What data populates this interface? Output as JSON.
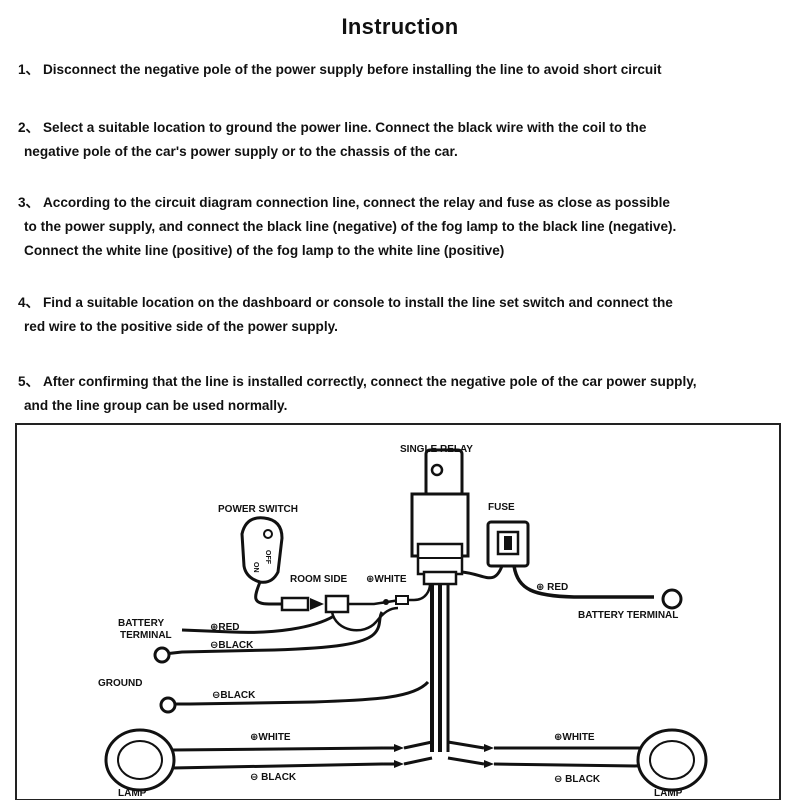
{
  "title": "Instruction",
  "steps": [
    {
      "num": "1、",
      "lines": [
        "Disconnect the negative pole of the power supply before installing the line to avoid short circuit"
      ]
    },
    {
      "num": "2、",
      "lines": [
        "Select a suitable location to ground the power line. Connect the black wire with the coil to the",
        "negative pole of the car's power supply or to the chassis of the car."
      ]
    },
    {
      "num": "3、",
      "lines": [
        "According to the circuit diagram connection line, connect the relay and fuse as close as possible",
        "to the power supply, and connect the black line (negative) of the fog lamp to the black line (negative).",
        "Connect the white line (positive) of the fog lamp to the white line (positive)"
      ]
    },
    {
      "num": "4、",
      "lines": [
        "Find a suitable location on the dashboard or console to install the line set switch and connect the",
        "red wire to the positive side of the power supply."
      ]
    },
    {
      "num": "5、",
      "lines": [
        "After confirming that the line is installed correctly, connect the negative pole of the car power supply,",
        "and the line group can be used normally."
      ]
    }
  ],
  "diagram": {
    "single_relay": "SINGLE RELAY",
    "fuse": "FUSE",
    "power_switch": "POWER SWITCH",
    "switch_on": "ON",
    "switch_off": "OFF",
    "room_side": "ROOM SIDE",
    "white_top": "⊕WHITE",
    "red_right": "⊕ RED",
    "battery_terminal_right": "BATTERY TERMINAL",
    "battery_terminal_left_1": "BATTERY",
    "battery_terminal_left_2": "TERMINAL",
    "red_left": "⊕RED",
    "black_left": "⊖BLACK",
    "ground": "GROUND",
    "black_ground": "⊖BLACK",
    "white_lamp_left": "⊕WHITE",
    "white_lamp_right": "⊕WHITE",
    "black_lamp_left": "⊖ BLACK",
    "black_lamp_right": "⊖ BLACK",
    "lamp_left": "LAMP",
    "lamp_right": "LAMP"
  }
}
